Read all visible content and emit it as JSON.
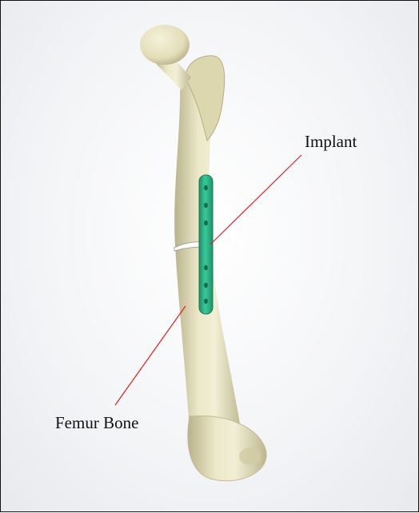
{
  "labels": {
    "implant": "Implant",
    "femur": "Femur Bone"
  },
  "colors": {
    "bone": "#e6e1bd",
    "bone_shadow": "#b9b28c",
    "implant": "#2fbf8e",
    "implant_dark": "#1e8c66",
    "leader_line": "#e02020",
    "border": "#111111"
  },
  "icons": {
    "bone": "femur-bone-illustration",
    "implant": "bone-plate-implant"
  }
}
